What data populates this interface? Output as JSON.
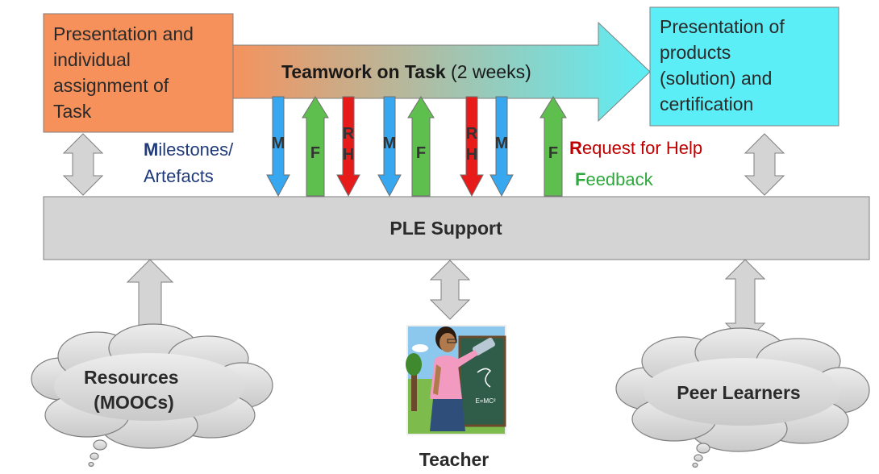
{
  "task_box": {
    "lines": [
      "Presentation and",
      "individual",
      "assignment of",
      "Task"
    ],
    "color": "#F7915B"
  },
  "teamwork_arrow": {
    "title_bold": "Teamwork on Task",
    "title_rest": " (2 weeks)",
    "gradient_start": "#F7915B",
    "gradient_end": "#5CEEF6"
  },
  "products_box": {
    "lines": [
      "Presentation of",
      "products",
      "(solution) and",
      "certification"
    ],
    "color": "#5CEEF6"
  },
  "milestones_label": {
    "initial": "M",
    "line1_rest": "ilestones/",
    "line2": "Artefacts",
    "color": "#1F3A7A"
  },
  "request_label": {
    "initial": "R",
    "rest": "equest for Help",
    "color": "#C00000"
  },
  "feedback_label": {
    "initial": "F",
    "rest": "eedback",
    "color": "#2EA83C"
  },
  "exchange_arrows": [
    {
      "type": "milestone",
      "letters": [
        "M"
      ],
      "color": "#37A7F0"
    },
    {
      "type": "feedback",
      "letters": [
        "F"
      ],
      "color": "#5FBF4E"
    },
    {
      "type": "help",
      "letters": [
        "R",
        "H"
      ],
      "color": "#E81B1B"
    },
    {
      "type": "milestone",
      "letters": [
        "M"
      ],
      "color": "#37A7F0"
    },
    {
      "type": "feedback",
      "letters": [
        "F"
      ],
      "color": "#5FBF4E"
    },
    {
      "type": "help",
      "letters": [
        "R",
        "H"
      ],
      "color": "#E81B1B"
    },
    {
      "type": "milestone",
      "letters": [
        "M"
      ],
      "color": "#37A7F0"
    },
    {
      "type": "feedback",
      "letters": [
        "F"
      ],
      "color": "#5FBF4E"
    }
  ],
  "ple_bar": {
    "label": "PLE Support",
    "color": "#D4D4D4"
  },
  "resources_cloud": {
    "lines": [
      "Resources",
      "(MOOCs)"
    ]
  },
  "peer_cloud": {
    "label": "Peer Learners"
  },
  "teacher": {
    "label": "Teacher",
    "icon": "teacher-icon",
    "board_text": "E=MC²"
  },
  "colors": {
    "grey_arrow": "#D4D4D4",
    "outline": "#7F7F7F"
  }
}
